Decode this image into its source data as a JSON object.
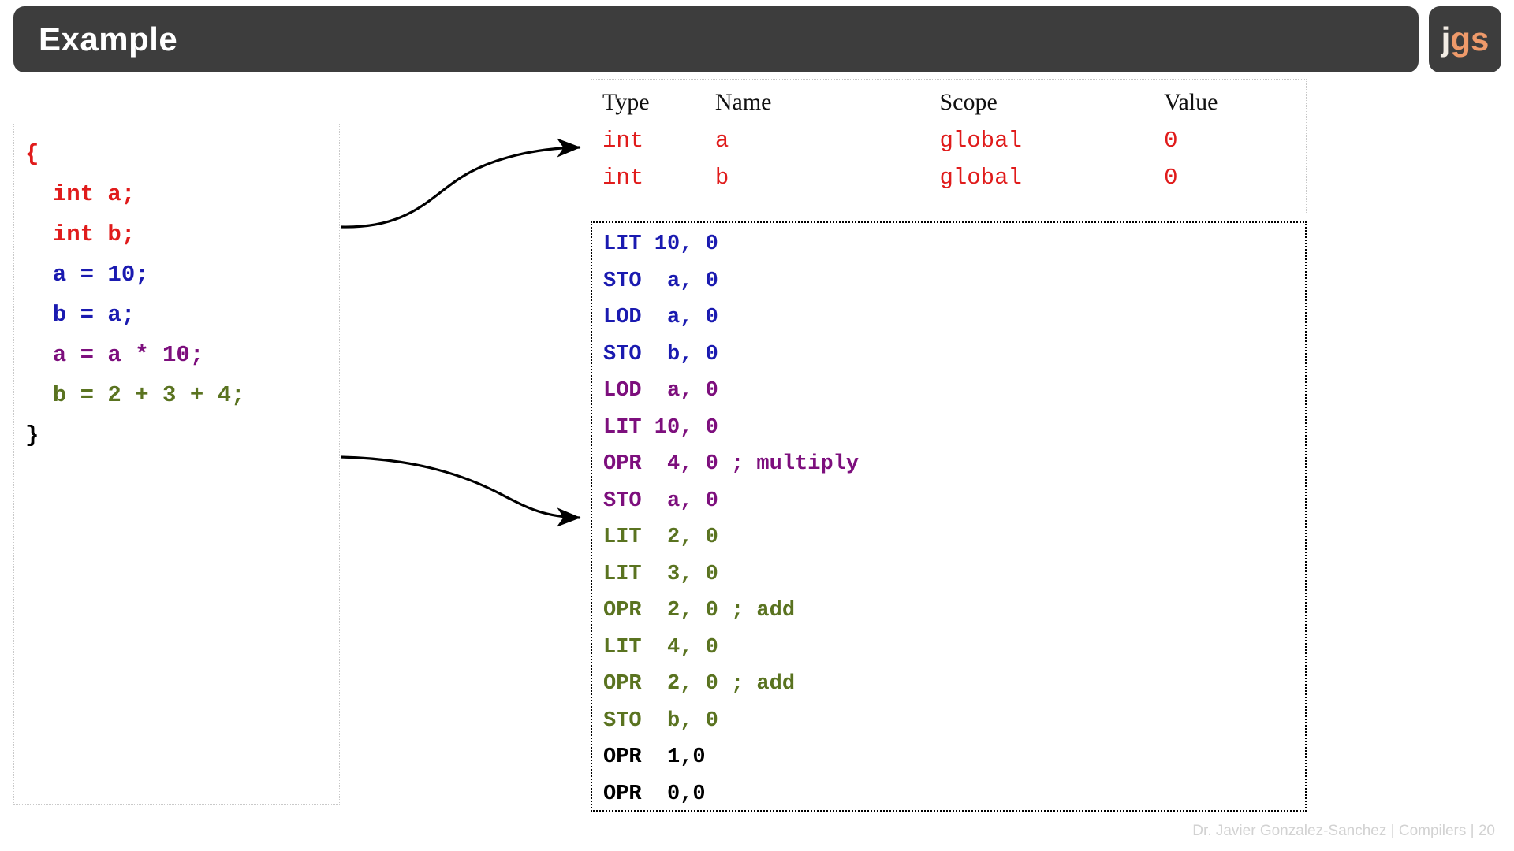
{
  "header": {
    "title": "Example",
    "logo_j": "j",
    "logo_gs": "gs"
  },
  "colors": {
    "header_bg": "#3d3d3d",
    "logo_j": "#f2ece4",
    "logo_gs": "#ef9a6a",
    "red": "#e01b1b",
    "blue": "#1a1ab0",
    "purple": "#7d0f7d",
    "green": "#5a7320",
    "black": "#000000",
    "footer_text": "#d2d2d2"
  },
  "source_panel": {
    "lines": [
      {
        "text": "{",
        "color": "#e01b1b"
      },
      {
        "text": "  int a;",
        "color": "#e01b1b"
      },
      {
        "text": "  int b;",
        "color": "#e01b1b"
      },
      {
        "text": "  a = 10;",
        "color": "#1a1ab0"
      },
      {
        "text": "  b = a;",
        "color": "#1a1ab0"
      },
      {
        "text": "  a = a * 10;",
        "color": "#7d0f7d"
      },
      {
        "text": "  b = 2 + 3 + 4;",
        "color": "#5a7320"
      },
      {
        "text": "}",
        "color": "#000000"
      }
    ]
  },
  "symbol_table": {
    "headers": [
      "Type",
      "Name",
      "Scope",
      "Value"
    ],
    "rows": [
      [
        "int",
        "a",
        "global",
        "0"
      ],
      [
        "int",
        "b",
        "global",
        "0"
      ]
    ]
  },
  "assembly_panel": {
    "lines": [
      {
        "text": "LIT 10, 0",
        "color": "#1a1ab0"
      },
      {
        "text": "STO  a, 0",
        "color": "#1a1ab0"
      },
      {
        "text": "LOD  a, 0",
        "color": "#1a1ab0"
      },
      {
        "text": "STO  b, 0",
        "color": "#1a1ab0"
      },
      {
        "text": "LOD  a, 0",
        "color": "#7d0f7d"
      },
      {
        "text": "LIT 10, 0",
        "color": "#7d0f7d"
      },
      {
        "text": "OPR  4, 0 ; multiply",
        "color": "#7d0f7d"
      },
      {
        "text": "STO  a, 0",
        "color": "#7d0f7d"
      },
      {
        "text": "LIT  2, 0",
        "color": "#5a7320"
      },
      {
        "text": "LIT  3, 0",
        "color": "#5a7320"
      },
      {
        "text": "OPR  2, 0 ; add",
        "color": "#5a7320"
      },
      {
        "text": "LIT  4, 0",
        "color": "#5a7320"
      },
      {
        "text": "OPR  2, 0 ; add",
        "color": "#5a7320"
      },
      {
        "text": "STO  b, 0",
        "color": "#5a7320"
      },
      {
        "text": "OPR  1,0",
        "color": "#000000"
      },
      {
        "text": "OPR  0,0",
        "color": "#000000"
      }
    ]
  },
  "arrows": [
    {
      "name": "arrow-declarations-to-symbol-table"
    },
    {
      "name": "arrow-statements-to-assembly"
    }
  ],
  "footer": {
    "credit": "Dr. Javier Gonzalez-Sanchez | Compilers | 20"
  }
}
